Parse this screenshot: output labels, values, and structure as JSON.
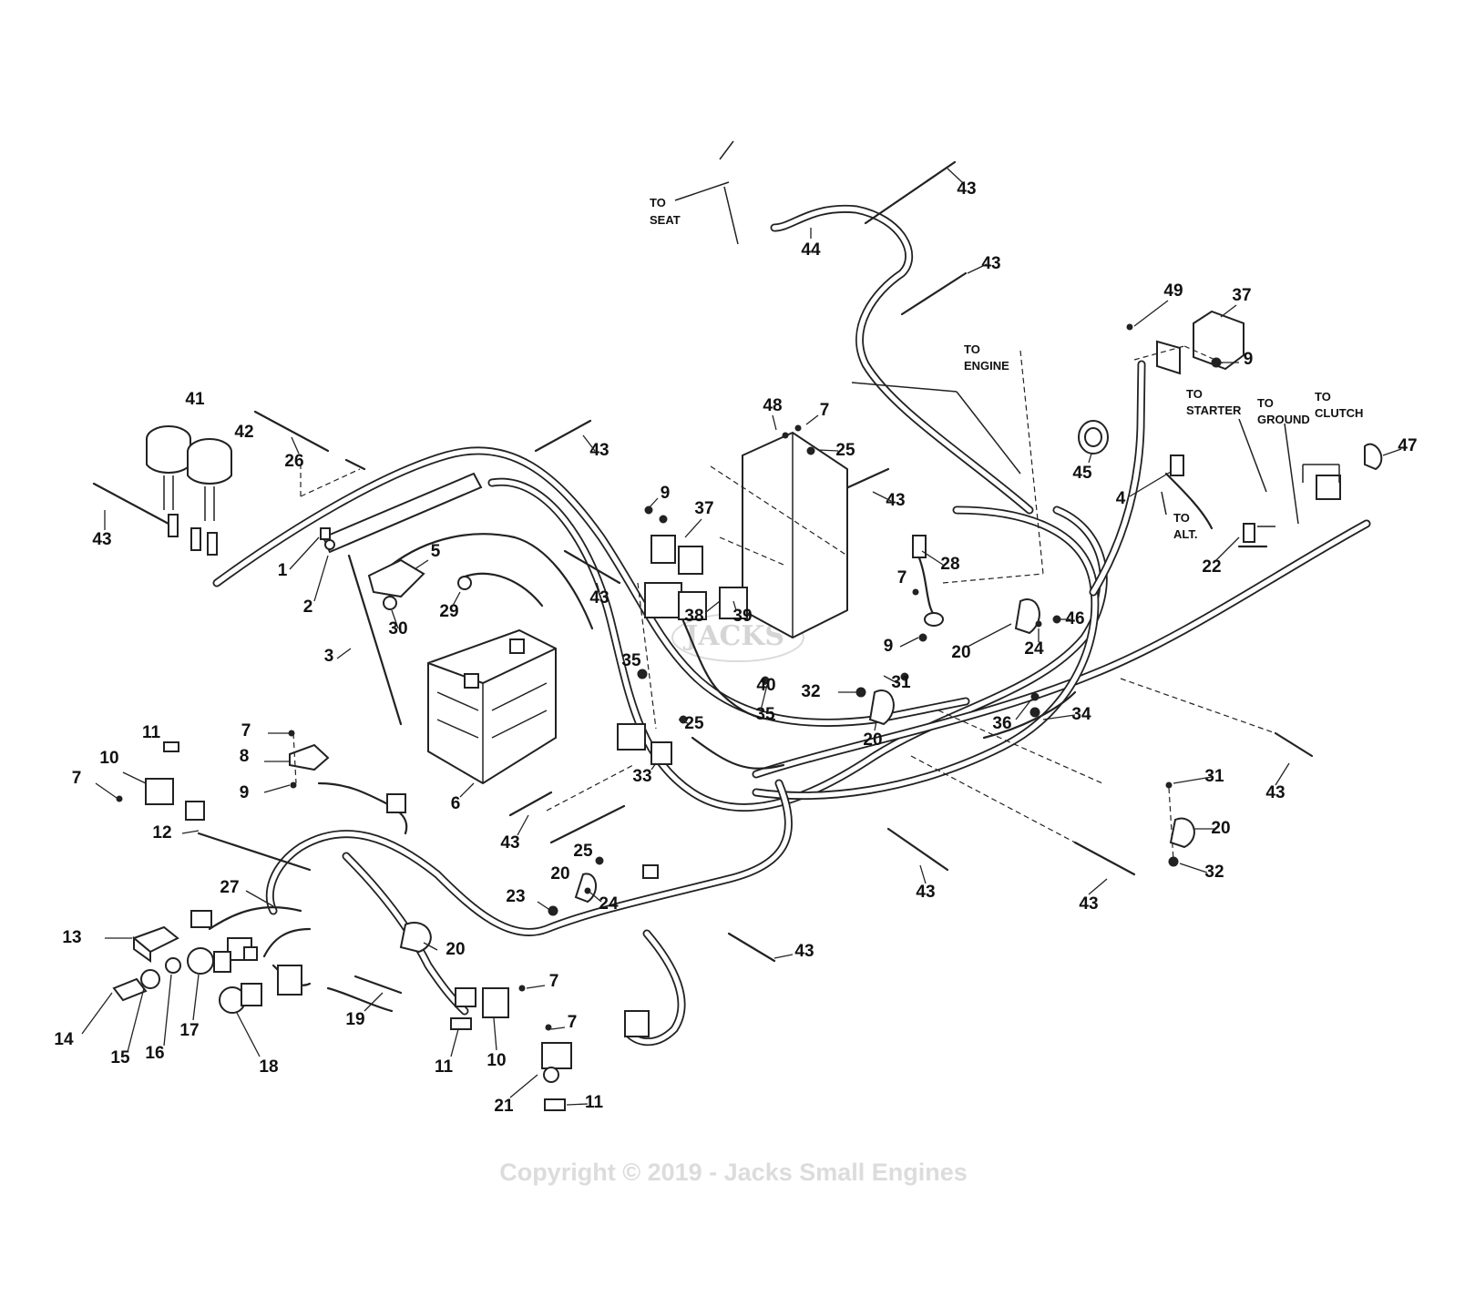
{
  "callouts": [
    {
      "n": "43"
    },
    {
      "n": "44"
    },
    {
      "n": "43"
    },
    {
      "n": "49"
    },
    {
      "n": "37"
    },
    {
      "n": "9"
    },
    {
      "n": "41"
    },
    {
      "n": "42"
    },
    {
      "n": "26"
    },
    {
      "n": "43"
    },
    {
      "n": "43"
    },
    {
      "n": "48"
    },
    {
      "n": "7"
    },
    {
      "n": "25"
    },
    {
      "n": "43"
    },
    {
      "n": "45"
    },
    {
      "n": "4"
    },
    {
      "n": "47"
    },
    {
      "n": "22"
    },
    {
      "n": "1"
    },
    {
      "n": "2"
    },
    {
      "n": "5"
    },
    {
      "n": "3"
    },
    {
      "n": "30"
    },
    {
      "n": "29"
    },
    {
      "n": "9"
    },
    {
      "n": "37"
    },
    {
      "n": "43"
    },
    {
      "n": "38"
    },
    {
      "n": "39"
    },
    {
      "n": "28"
    },
    {
      "n": "7"
    },
    {
      "n": "9"
    },
    {
      "n": "20"
    },
    {
      "n": "24"
    },
    {
      "n": "46"
    },
    {
      "n": "35"
    },
    {
      "n": "40"
    },
    {
      "n": "35"
    },
    {
      "n": "32"
    },
    {
      "n": "31"
    },
    {
      "n": "20"
    },
    {
      "n": "36"
    },
    {
      "n": "34"
    },
    {
      "n": "6"
    },
    {
      "n": "25"
    },
    {
      "n": "33"
    },
    {
      "n": "7"
    },
    {
      "n": "8"
    },
    {
      "n": "9"
    },
    {
      "n": "11"
    },
    {
      "n": "10"
    },
    {
      "n": "7"
    },
    {
      "n": "43"
    },
    {
      "n": "31"
    },
    {
      "n": "20"
    },
    {
      "n": "32"
    },
    {
      "n": "43"
    },
    {
      "n": "43"
    },
    {
      "n": "43"
    },
    {
      "n": "12"
    },
    {
      "n": "27"
    },
    {
      "n": "20"
    },
    {
      "n": "25"
    },
    {
      "n": "23"
    },
    {
      "n": "24"
    },
    {
      "n": "20"
    },
    {
      "n": "43"
    },
    {
      "n": "13"
    },
    {
      "n": "7"
    },
    {
      "n": "19"
    },
    {
      "n": "14"
    },
    {
      "n": "15"
    },
    {
      "n": "16"
    },
    {
      "n": "17"
    },
    {
      "n": "18"
    },
    {
      "n": "11"
    },
    {
      "n": "10"
    },
    {
      "n": "7"
    },
    {
      "n": "21"
    },
    {
      "n": "11"
    }
  ],
  "notes": {
    "to_seat": [
      "TO",
      "SEAT"
    ],
    "to_engine": [
      "TO",
      "ENGINE"
    ],
    "to_starter": [
      "TO",
      "STARTER"
    ],
    "to_ground": [
      "TO",
      "GROUND"
    ],
    "to_clutch": [
      "TO",
      "CLUTCH"
    ],
    "to_alt": [
      "TO",
      "ALT."
    ]
  },
  "watermark": {
    "copyright": "Copyright © 2019 - Jacks Small Engines"
  }
}
